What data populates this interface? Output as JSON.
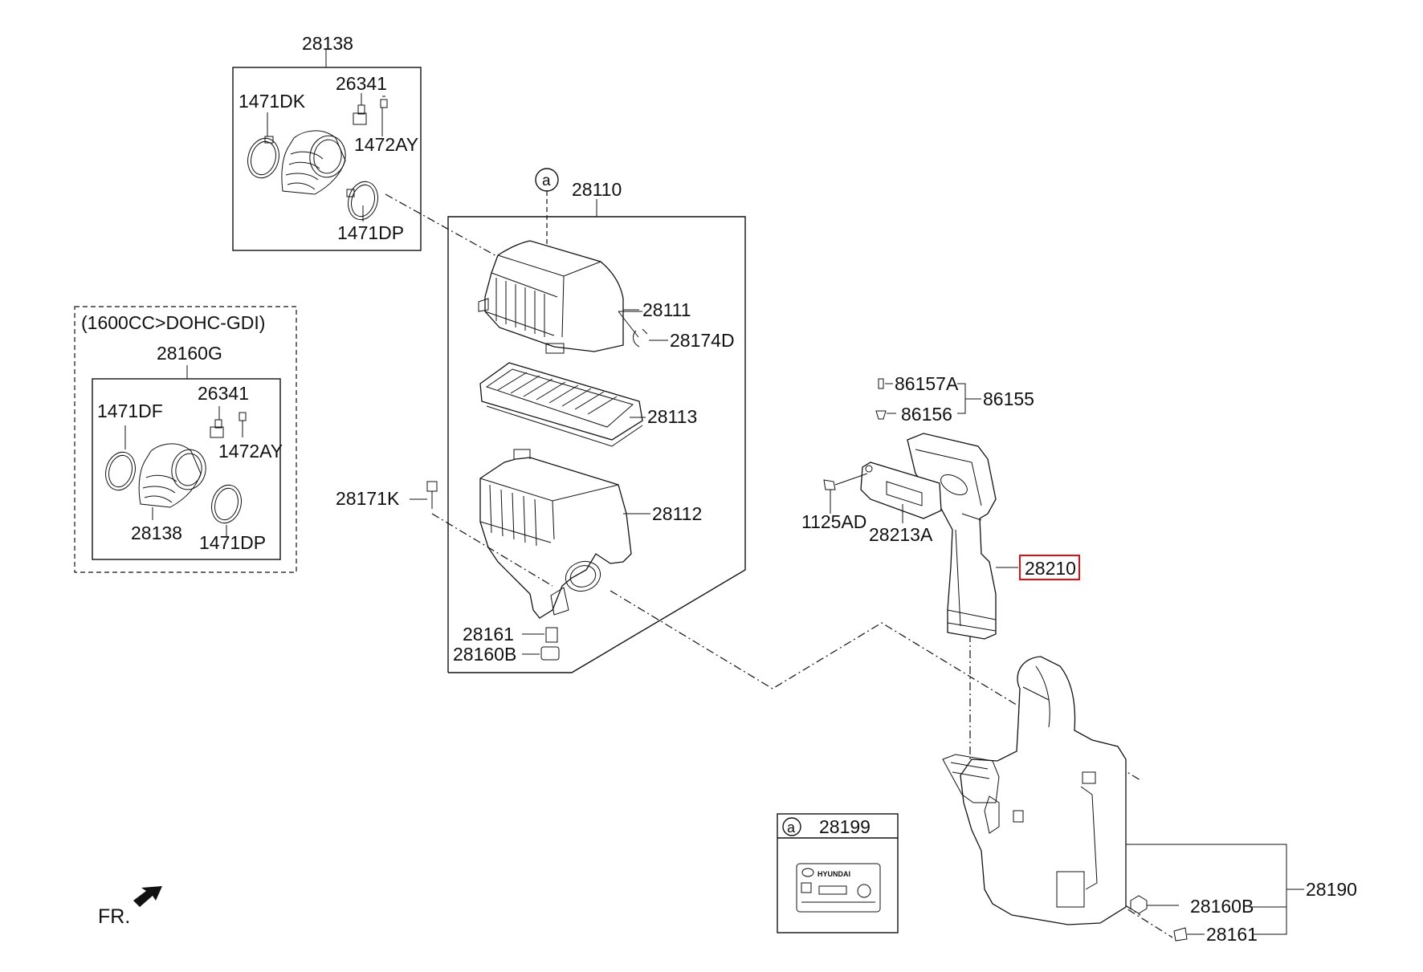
{
  "labels": {
    "g_28138": "28138",
    "g_26341": "26341",
    "g_1471DK": "1471DK",
    "g_1472AY": "1472AY",
    "g_1471DP": "1471DP",
    "variant_note": "(1600CC>DOHC-GDI)",
    "v_28160G": "28160G",
    "v_26341": "26341",
    "v_1471DF": "1471DF",
    "v_1472AY": "1472AY",
    "v_28138": "28138",
    "v_1471DP": "1471DP",
    "ref_a": "a",
    "p_28110": "28110",
    "p_28111": "28111",
    "p_28174D": "28174D",
    "p_28113": "28113",
    "p_28171K": "28171K",
    "p_28112": "28112",
    "p_28161": "28161",
    "p_28160B": "28160B",
    "p_86157A": "86157A",
    "p_86156": "86156",
    "p_86155": "86155",
    "p_1125AD": "1125AD",
    "p_28213A": "28213A",
    "p_28210": "28210",
    "label_ref": "a",
    "p_28199": "28199",
    "p_28190": "28190",
    "p_28160B_2": "28160B",
    "p_28161_2": "28161",
    "fr": "FR.",
    "sticker_brand": "HYUNDAI"
  },
  "highlight": {
    "part": "28210",
    "color": "#e01010"
  }
}
